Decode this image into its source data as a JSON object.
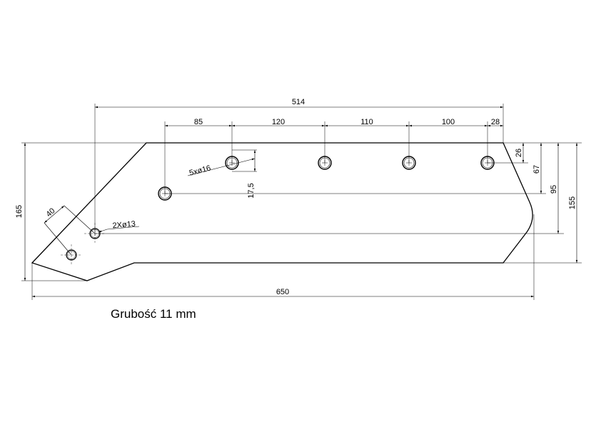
{
  "drawing": {
    "dimensions": {
      "total_span": "514",
      "spacing_1": "85",
      "spacing_2": "120",
      "spacing_3": "110",
      "spacing_4": "100",
      "edge_offset": "28",
      "top_offset": "26",
      "hole_depth_a": "67",
      "hole_depth_b": "95",
      "inner_height": "155",
      "total_height": "165",
      "total_length": "650",
      "hole_step": "17,5",
      "diagonal_offset": "40"
    },
    "hole_labels": {
      "large_holes": "5xø16",
      "small_holes": "2Xø13"
    }
  },
  "caption": {
    "thickness": "Grubość 11 mm"
  }
}
